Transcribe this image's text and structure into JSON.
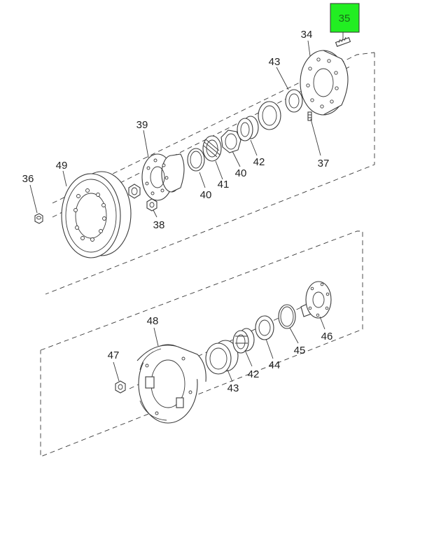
{
  "diagram": {
    "highlight_color": "#22ee22",
    "callouts": [
      {
        "id": "c35",
        "label": "35",
        "highlighted": true
      },
      {
        "id": "c34",
        "label": "34"
      },
      {
        "id": "c43a",
        "label": "43"
      },
      {
        "id": "c39",
        "label": "39"
      },
      {
        "id": "c49",
        "label": "49"
      },
      {
        "id": "c36",
        "label": "36"
      },
      {
        "id": "c40a",
        "label": "40"
      },
      {
        "id": "c41",
        "label": "41"
      },
      {
        "id": "c40b",
        "label": "40"
      },
      {
        "id": "c42a",
        "label": "42"
      },
      {
        "id": "c37",
        "label": "37"
      },
      {
        "id": "c38",
        "label": "38"
      },
      {
        "id": "c48",
        "label": "48"
      },
      {
        "id": "c47",
        "label": "47"
      },
      {
        "id": "c43b",
        "label": "43"
      },
      {
        "id": "c42b",
        "label": "42"
      },
      {
        "id": "c44",
        "label": "44"
      },
      {
        "id": "c45",
        "label": "45"
      },
      {
        "id": "c46",
        "label": "46"
      }
    ]
  }
}
